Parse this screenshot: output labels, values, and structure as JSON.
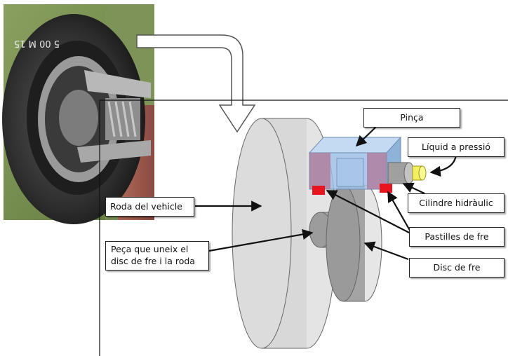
{
  "labels": {
    "pinca": "Pinça",
    "liquid": "Líquid a pressió",
    "cilindre": "Cilindre hidràulic",
    "roda": "Roda del vehicle",
    "pastilles": "Pastilles de fre",
    "peca": "Peça que uneix el disc de fre i la roda",
    "disc": "Disc de fre"
  },
  "photo": {
    "tire_lettering": "5 00 M 15"
  },
  "colors": {
    "caliper": "#9ec0e6",
    "pads": "#e8141e",
    "piston": "#f5f060",
    "wheel": "#dcdcdc",
    "disc": "#a8a8a8"
  }
}
